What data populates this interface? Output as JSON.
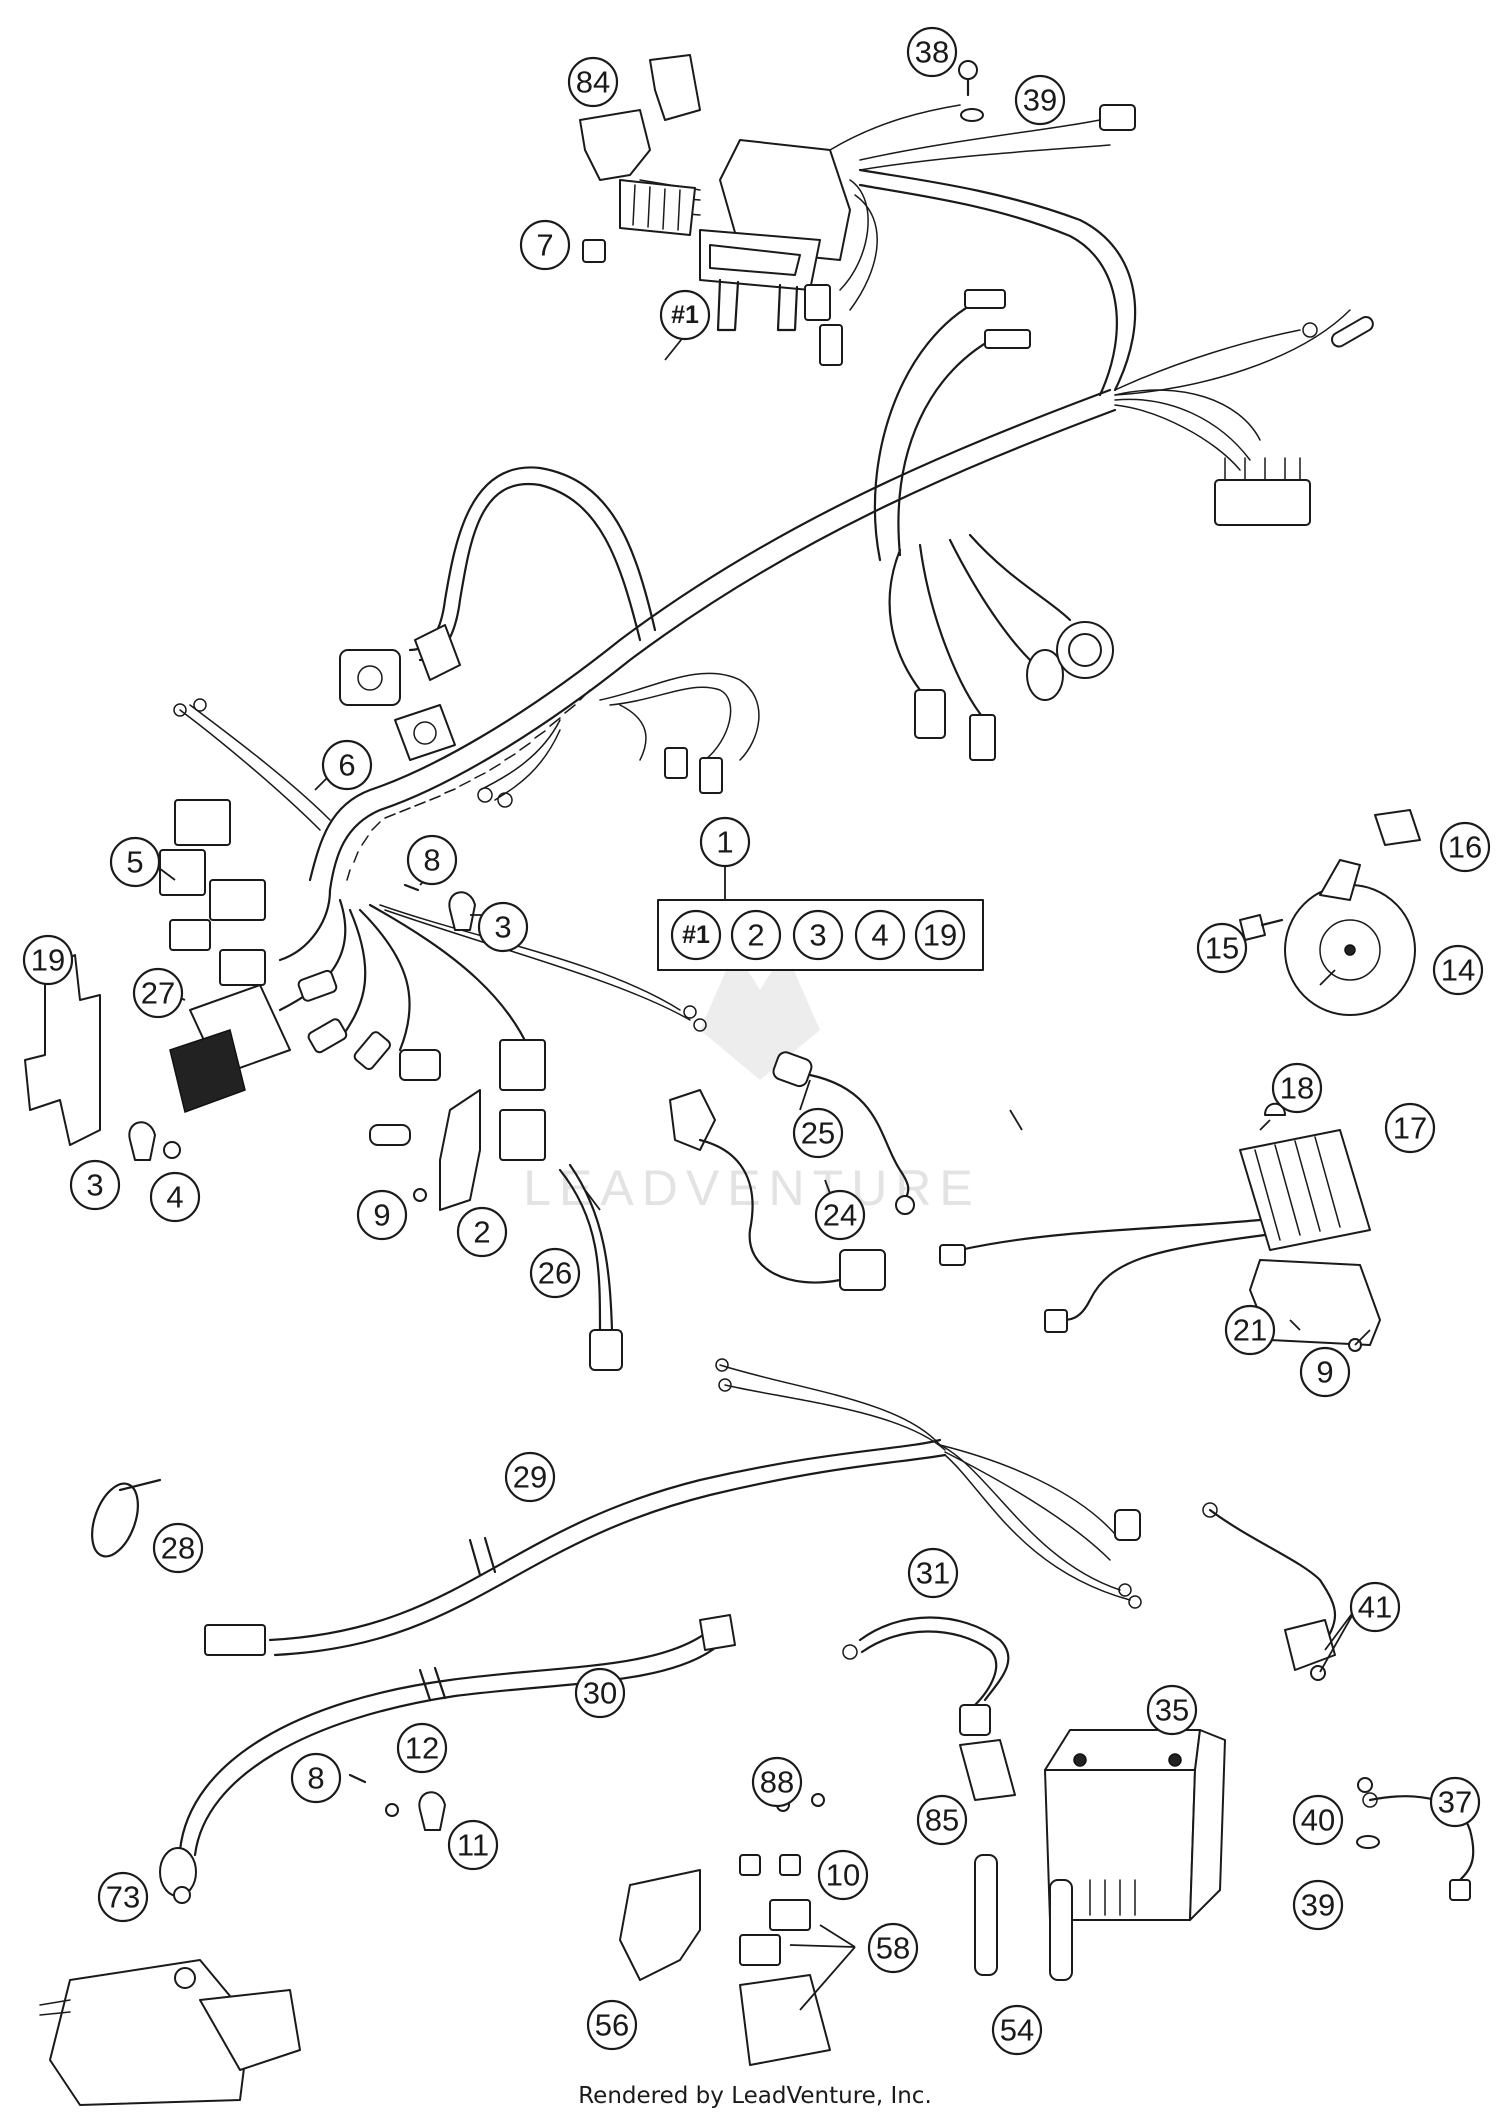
{
  "watermark": "LEADVENTURE",
  "footer": "Rendered by LeadVenture, Inc.",
  "kit_box": {
    "parent": "1",
    "contents": [
      "#1",
      "2",
      "3",
      "4",
      "19"
    ]
  },
  "callouts": {
    "c84": "84",
    "c38": "38",
    "c39a": "39",
    "c7": "7",
    "c_harness": "#1",
    "c6": "6",
    "c5": "5",
    "c8a": "8",
    "c3a": "3",
    "c19": "19",
    "c27": "27",
    "c3b": "3",
    "c4": "4",
    "c9a": "9",
    "c2": "2",
    "c26": "26",
    "c25": "25",
    "c24": "24",
    "c16": "16",
    "c15": "15",
    "c14": "14",
    "c18": "18",
    "c17": "17",
    "c21": "21",
    "c9b": "9",
    "c29": "29",
    "c28": "28",
    "c31": "31",
    "c41": "41",
    "c30": "30",
    "c12": "12",
    "c8b": "8",
    "c11": "11",
    "c35": "35",
    "c88": "88",
    "c85": "85",
    "c10": "10",
    "c40": "40",
    "c37": "37",
    "c39b": "39",
    "c73": "73",
    "c56": "56",
    "c58": "58",
    "c54": "54"
  }
}
